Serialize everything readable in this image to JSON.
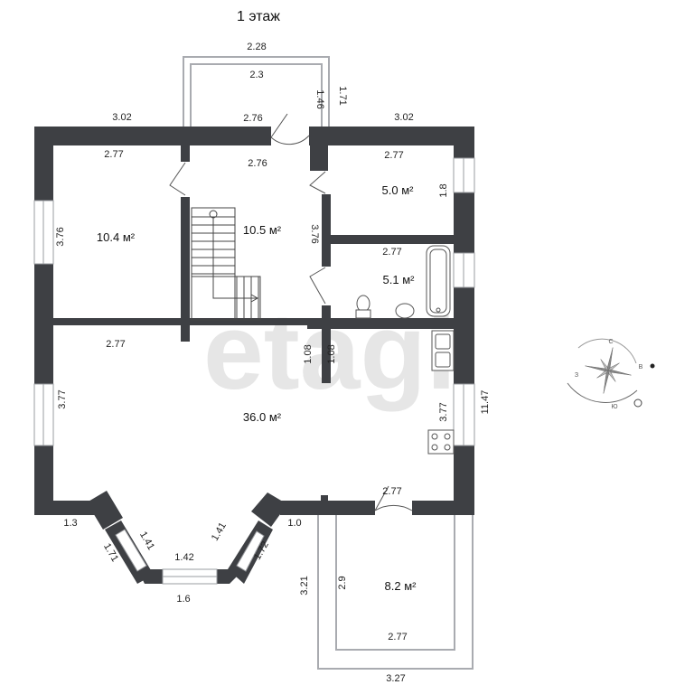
{
  "title": "1 этаж",
  "watermark": "etagi",
  "rooms": [
    {
      "id": "room-left",
      "area": "10.4 м²"
    },
    {
      "id": "room-stair",
      "area": "10.5 м²"
    },
    {
      "id": "room-small",
      "area": "5.0 м²"
    },
    {
      "id": "room-bath",
      "area": "5.1 м²"
    },
    {
      "id": "room-main",
      "area": "36.0 м²"
    },
    {
      "id": "room-terrace",
      "area": "8.2 м²"
    }
  ],
  "dims": {
    "porch_top": "2.28",
    "porch_inner": "2.3",
    "porch_left_side": "1.46",
    "porch_right_side": "1.71",
    "top_left": "3.02",
    "top_mid": "2.76",
    "top_right": "3.02",
    "left_room_width": "2.77",
    "left_room_height": "3.76",
    "stair_width": "2.76",
    "stair_height": "3.76",
    "small_width": "2.77",
    "small_height": "1.8",
    "bath_width": "2.77",
    "main_width": "2.77",
    "main_height_left": "3.77",
    "corridor_left": "1.08",
    "corridor_right": "1.08",
    "kitchen_height": "3.77",
    "total_height": "11.47",
    "bay_left_wall": "1.3",
    "bay_seg_a": "1.71",
    "bay_seg_b": "1.41",
    "bay_front_inner": "1.42",
    "bay_front_outer": "1.6",
    "bay_seg_c": "1.41",
    "bay_seg_d": "1.72",
    "bay_right_wall": "1.0",
    "bottom_right": "2.77",
    "terrace_outer_left": "3.21",
    "terrace_inner_left": "2.9",
    "terrace_inner_bottom": "2.77",
    "terrace_outer_bottom": "3.27"
  },
  "compass": {
    "n": "С",
    "e": "В",
    "s": "Ю",
    "w": "З"
  }
}
